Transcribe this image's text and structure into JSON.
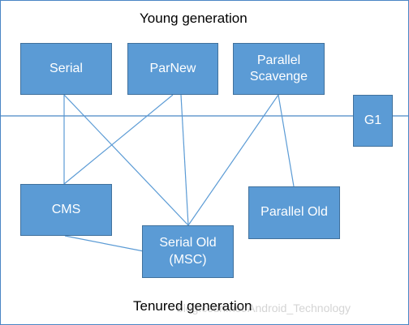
{
  "headings": {
    "top": "Young generation",
    "bottom": "Tenured generation"
  },
  "watermark": "blog.csdn.net/Android_Technology",
  "nodes": {
    "serial": "Serial",
    "parnew": "ParNew",
    "parallel_scavenge": [
      "Parallel",
      "Scavenge"
    ],
    "g1": "G1",
    "cms": "CMS",
    "serial_old": [
      "Serial Old",
      "(MSC)"
    ],
    "parallel_old": "Parallel Old"
  },
  "colors": {
    "box_fill": "#5b9bd5",
    "box_border": "#41719c",
    "connector": "#5b9bd5",
    "frame": "#4a86c5"
  }
}
